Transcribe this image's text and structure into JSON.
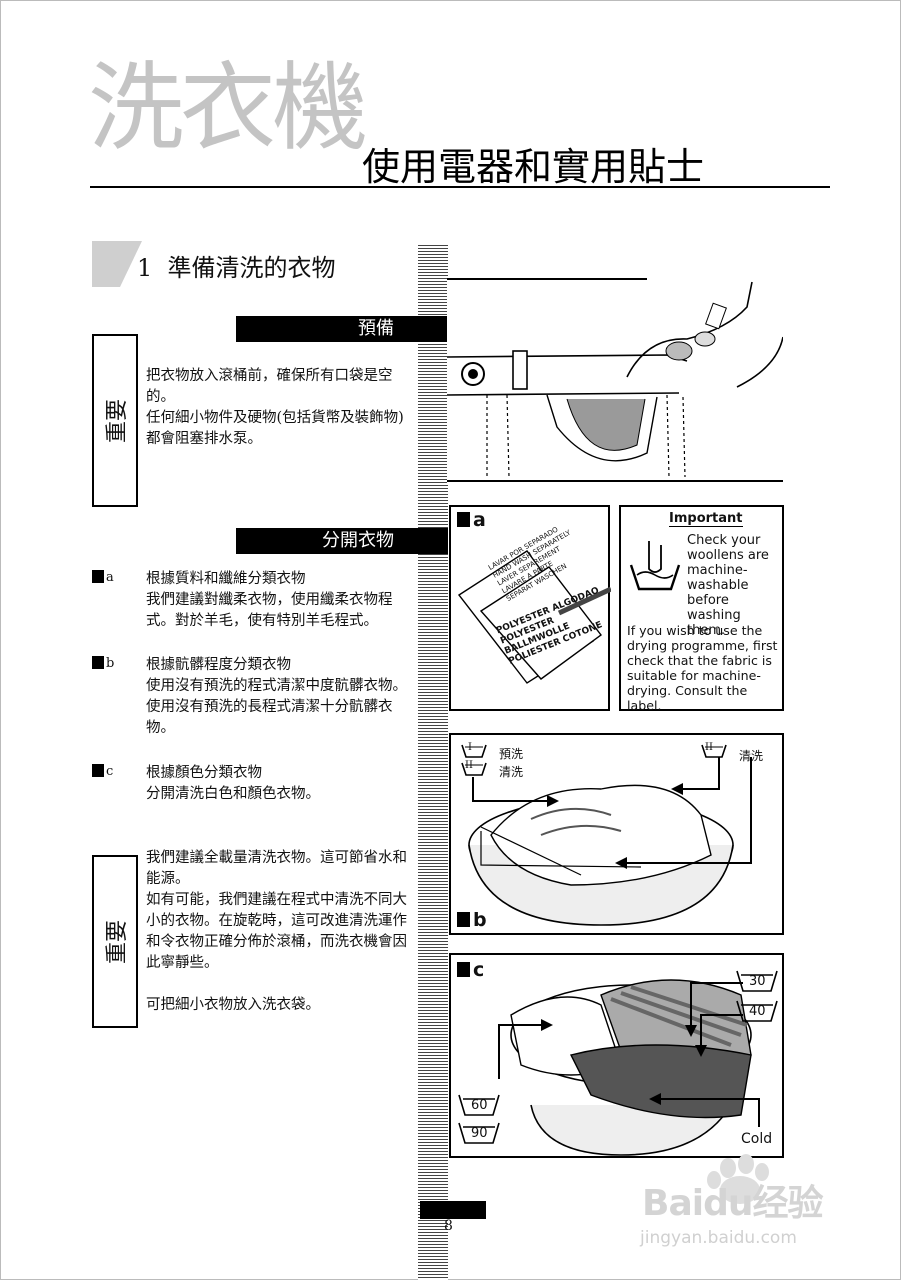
{
  "header": {
    "big_title": "洗衣機",
    "subtitle": "使用電器和實用貼士"
  },
  "section": {
    "number": "1",
    "heading": "準備清洗的衣物"
  },
  "bars": {
    "prep": "預備",
    "separate": "分開衣物"
  },
  "important_label": "重要",
  "prep_text": [
    "把衣物放入滾桶前，確保所有口袋是空",
    "的。",
    "任何細小物件及硬物(包括貨幣及裝飾物)",
    "都會阻塞排水泵。"
  ],
  "items": [
    {
      "letter": "a",
      "lines": [
        "根據質料和纖維分類衣物",
        "我們建議對纖柔衣物，使用纖柔衣物程",
        "式。對於羊毛，使有特別羊毛程式。"
      ]
    },
    {
      "letter": "b",
      "lines": [
        "根據骯髒程度分類衣物",
        "使用沒有預洗的程式清潔中度骯髒衣物。",
        "使用沒有預洗的長程式清潔十分骯髒衣",
        "物。"
      ]
    },
    {
      "letter": "c",
      "lines": [
        "根據顏色分類衣物",
        "分開清洗白色和顏色衣物。"
      ]
    }
  ],
  "important2_text": [
    "我們建議全載量清洗衣物。這可節省水和",
    "能源。",
    "如有可能，我們建議在程式中清洗不同大",
    "小的衣物。在旋乾時，這可改進清洗運作",
    "和令衣物正確分佈於滾桶，而洗衣機會因",
    "此寧靜些。",
    "",
    "可把細小衣物放入洗衣袋。"
  ],
  "panel_a": {
    "label": "a",
    "tag_lines": [
      "LAVAR POR SEPARADO",
      "HAND WASH SEPARATELY",
      "LAVER SEPAREMENT",
      "LAVARE A PARTE",
      "SEPARAT WASCHEN",
      "POLYESTER ALGODAO",
      "POLYESTER BALLMWOLLE",
      "POLIESTER COTONE"
    ]
  },
  "important_panel": {
    "title": "Important",
    "text1": [
      "Check your",
      "woollens are",
      "machine-",
      "washable",
      "before",
      "washing them."
    ],
    "text2": [
      "If you wish to use the",
      "drying programme, first",
      "check that the fabric is",
      "suitable for machine-",
      "drying. Consult the label."
    ]
  },
  "panel_b": {
    "label": "b",
    "prewash": "預洗",
    "wash": "清洗",
    "wash2": "清洗",
    "sym_prewash": "I",
    "sym_wash": "II"
  },
  "panel_c": {
    "label": "c",
    "temps": [
      "30",
      "40",
      "60",
      "90"
    ],
    "cold": "Cold"
  },
  "page_number": "8",
  "watermark": {
    "brand": "Baidu经验",
    "url": "jingyan.baidu.com"
  }
}
